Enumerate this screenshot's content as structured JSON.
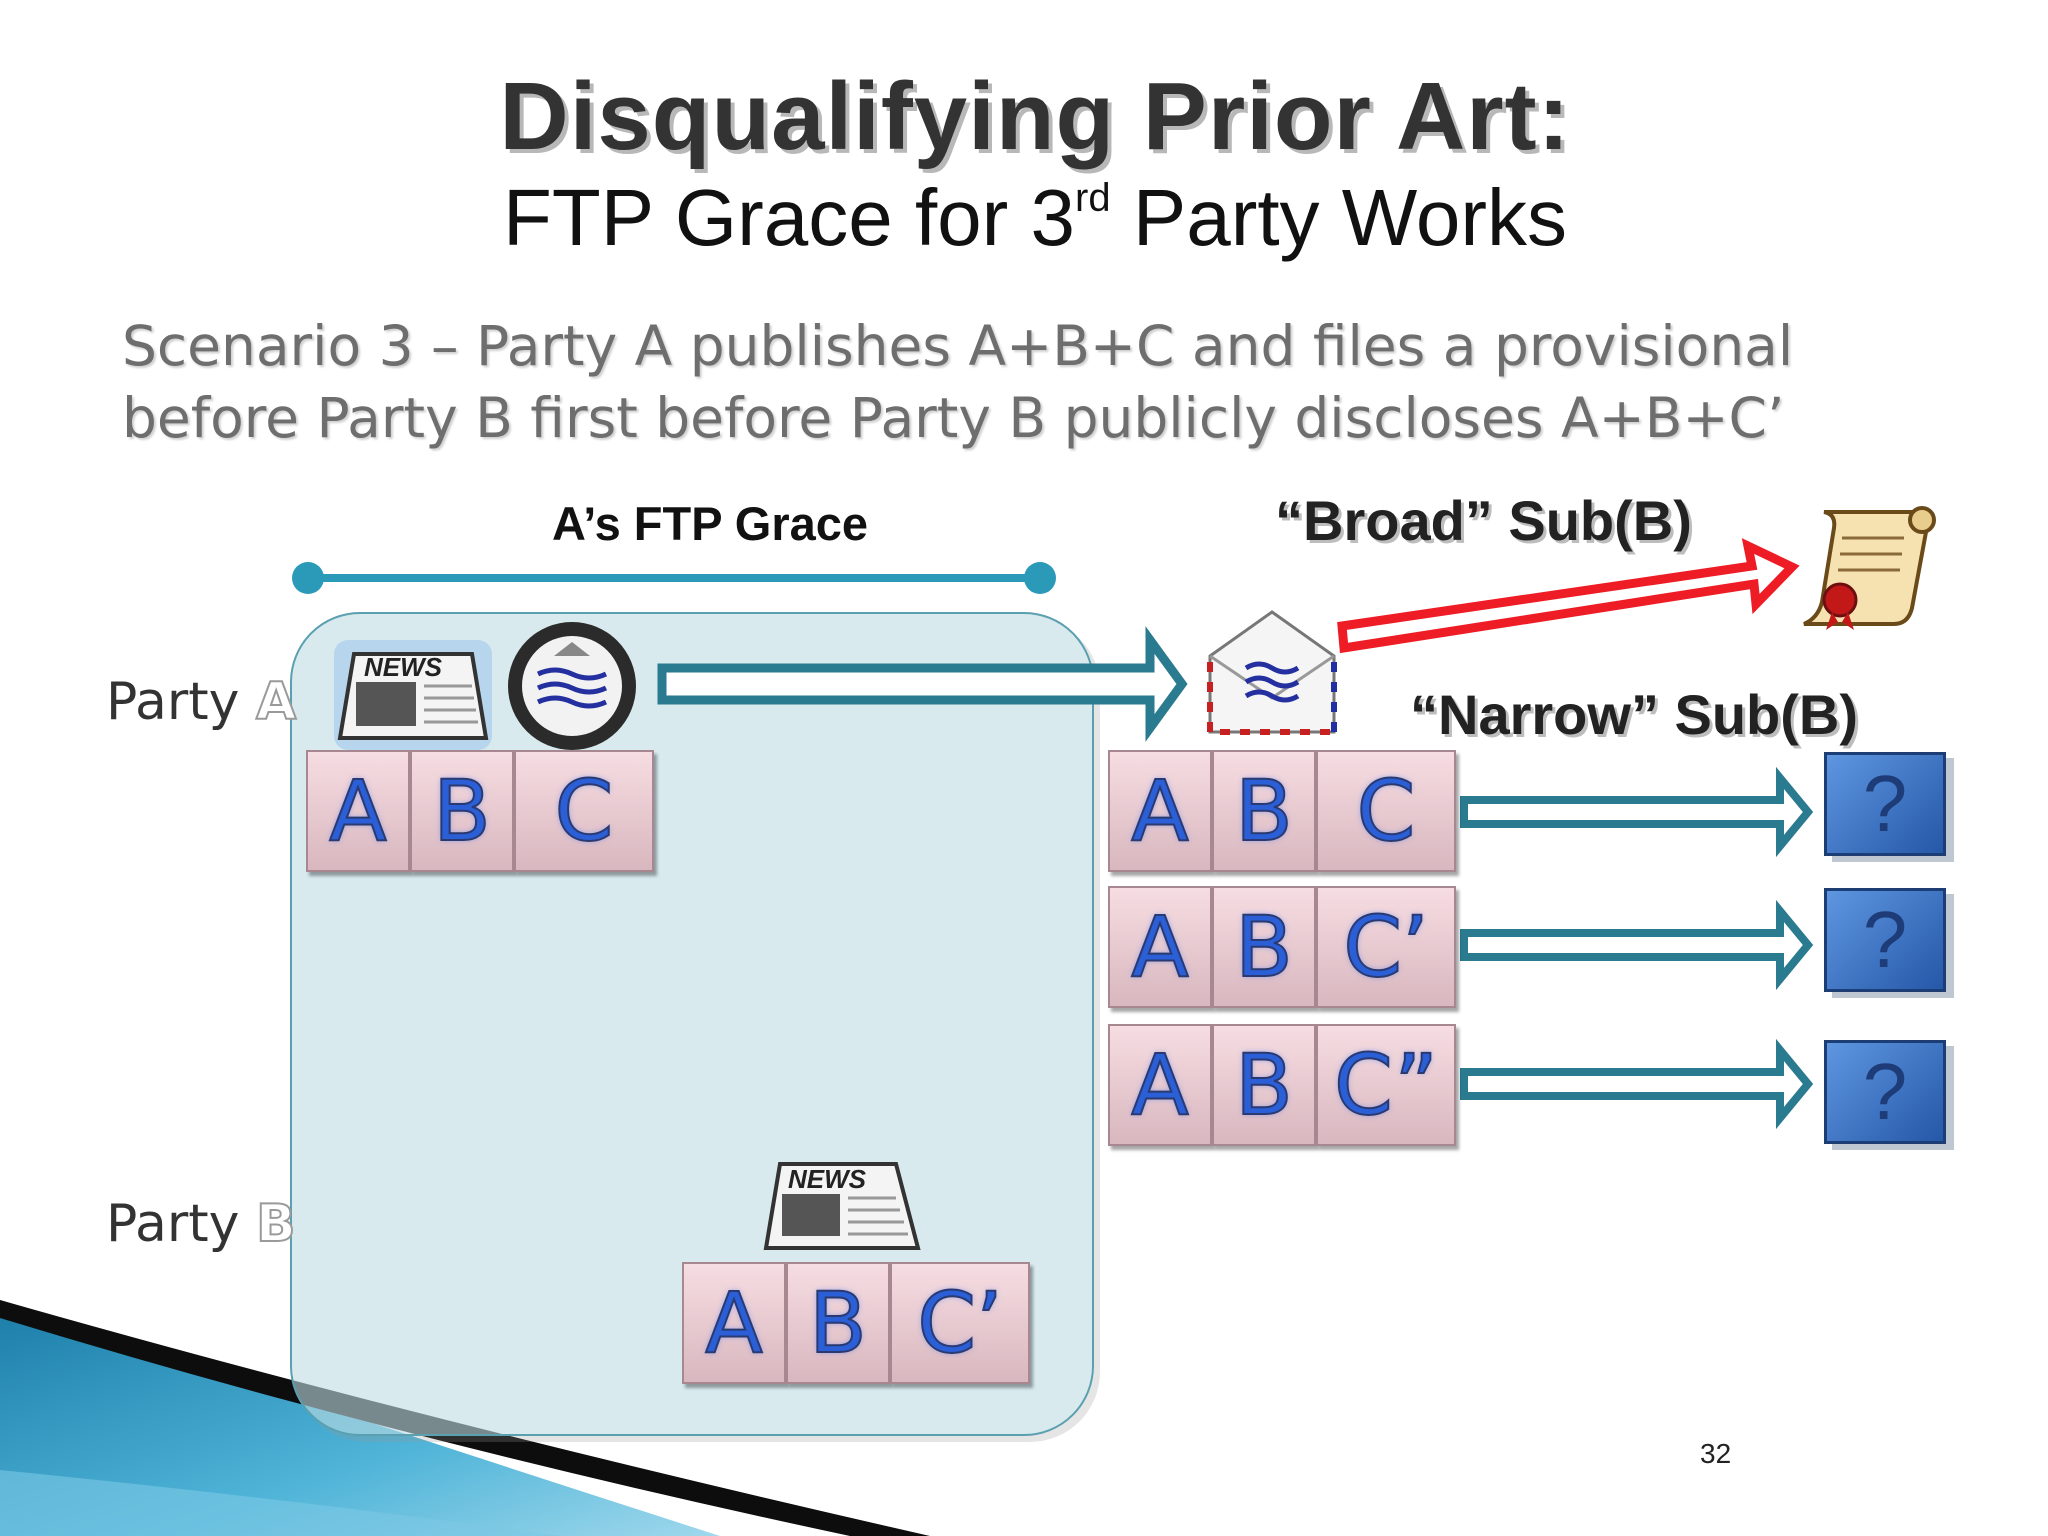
{
  "slide": {
    "title": "Disqualifying Prior Art:",
    "subtitle_pre": "FTP Grace for 3",
    "subtitle_sup": "rd",
    "subtitle_post": " Party Works",
    "scenario_line1": "Scenario 3 – Party A publishes A+B+C and files a provisional",
    "scenario_line2": "before Party B first before Party B publicly discloses A+B+C’",
    "page_number": "32"
  },
  "diagram": {
    "grace_label": "A’s FTP Grace",
    "broad_label": "“Broad” Sub(B)",
    "narrow_label": "“Narrow” Sub(B)",
    "party_a_prefix": "Party ",
    "party_a_letter": "A",
    "party_b_prefix": "Party ",
    "party_b_letter": "B",
    "news_text": "NEWS",
    "party_a_blocks": [
      "A",
      "B",
      "C"
    ],
    "party_b_blocks": [
      "A",
      "B",
      "C’"
    ],
    "right_rows": [
      {
        "blocks": [
          "A",
          "B",
          "C"
        ],
        "result": "?"
      },
      {
        "blocks": [
          "A",
          "B",
          "C’"
        ],
        "result": "?"
      },
      {
        "blocks": [
          "A",
          "B",
          "C”"
        ],
        "result": "?"
      }
    ],
    "colors": {
      "grace_line": "#2a9ab8",
      "teal_arrow": "#2a7a90",
      "red_arrow": "#ee1c24",
      "block_letter": "#2a5fd8"
    },
    "icons": [
      "news-icon",
      "provisional-filing-icon",
      "envelope-icon",
      "patent-scroll-icon",
      "question-box-icon"
    ]
  }
}
